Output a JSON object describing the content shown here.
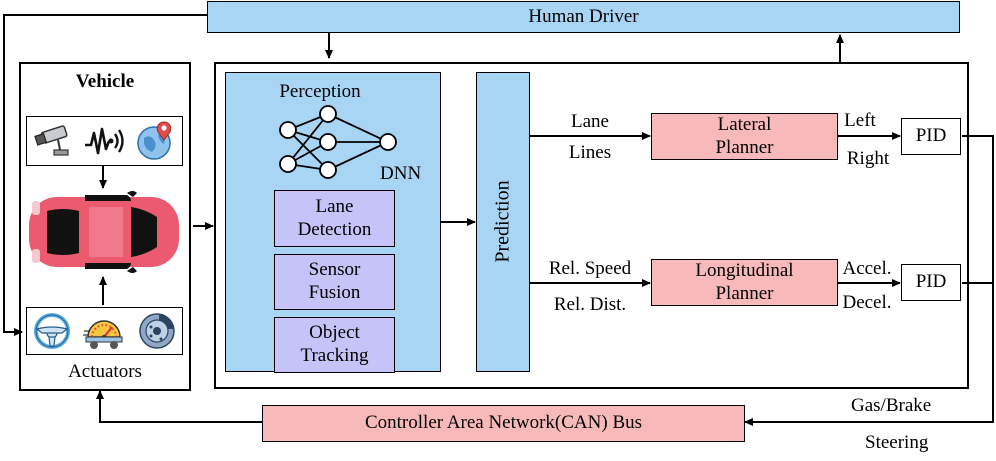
{
  "human_driver": "Human Driver",
  "vehicle": {
    "title": "Vehicle",
    "sensor_icons": [
      "camera-icon",
      "radar-icon",
      "gps-globe-icon"
    ],
    "actuator_icons": [
      "steering-wheel-icon",
      "gas-pedal-icon",
      "brake-disc-icon"
    ],
    "actuators_label": "Actuators"
  },
  "perception": {
    "title": "Perception",
    "dnn_label": "DNN",
    "modules": [
      {
        "line1": "Lane",
        "line2": "Detection"
      },
      {
        "line1": "Sensor",
        "line2": "Fusion"
      },
      {
        "line1": "Object",
        "line2": "Tracking"
      }
    ]
  },
  "prediction": "Prediction",
  "lateral": {
    "input_line1": "Lane",
    "input_line2": "Lines",
    "planner_line1": "Lateral",
    "planner_line2": "Planner",
    "output_line1": "Left",
    "output_line2": "Right",
    "pid": "PID"
  },
  "longitudinal": {
    "input_line1": "Rel. Speed",
    "input_line2": "Rel. Dist.",
    "planner_line1": "Longitudinal",
    "planner_line2": "Planner",
    "output_line1": "Accel.",
    "output_line2": "Decel.",
    "pid": "PID"
  },
  "can_bus": "Controller Area Network(CAN) Bus",
  "gas_brake": "Gas/Brake",
  "steering": "Steering",
  "colors": {
    "blue": "#a9d5f5",
    "pink": "#f7b9b9",
    "purple": "#c5c3f7",
    "car": "#ec5a6f"
  }
}
